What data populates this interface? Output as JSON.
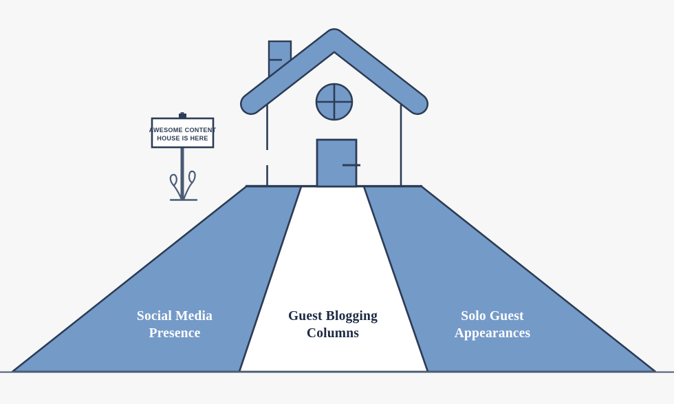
{
  "background_color": "#f7f7f7",
  "palette": {
    "fill_blue": "#749ac8",
    "outline_navy": "#2c3c55",
    "white": "#ffffff",
    "label_dark": "#1b2a43"
  },
  "sign": {
    "line1": "AWESOME CONTENT",
    "line2": "HOUSE IS HERE"
  },
  "house": {
    "roof_name": "roof",
    "chimney_name": "chimney",
    "window_name": "round-window",
    "door_name": "front-door"
  },
  "roads": [
    {
      "id": "left",
      "label": "Social Media\nPresence",
      "text_color": "#ffffff",
      "surface_color": "#749ac8"
    },
    {
      "id": "center",
      "label": "Guest Blogging\nColumns",
      "text_color": "#1b2a43",
      "surface_color": "#ffffff"
    },
    {
      "id": "right",
      "label": "Solo Guest\nAppearances",
      "text_color": "#ffffff",
      "surface_color": "#749ac8"
    }
  ],
  "chart_data": {
    "type": "diagram",
    "title": "",
    "shape": "three-lane converging road leading to a house",
    "categories": [
      "Social Media Presence",
      "Guest Blogging Columns",
      "Solo Guest Appearances"
    ],
    "annotations": [
      "AWESOME CONTENT",
      "HOUSE IS HERE"
    ]
  }
}
